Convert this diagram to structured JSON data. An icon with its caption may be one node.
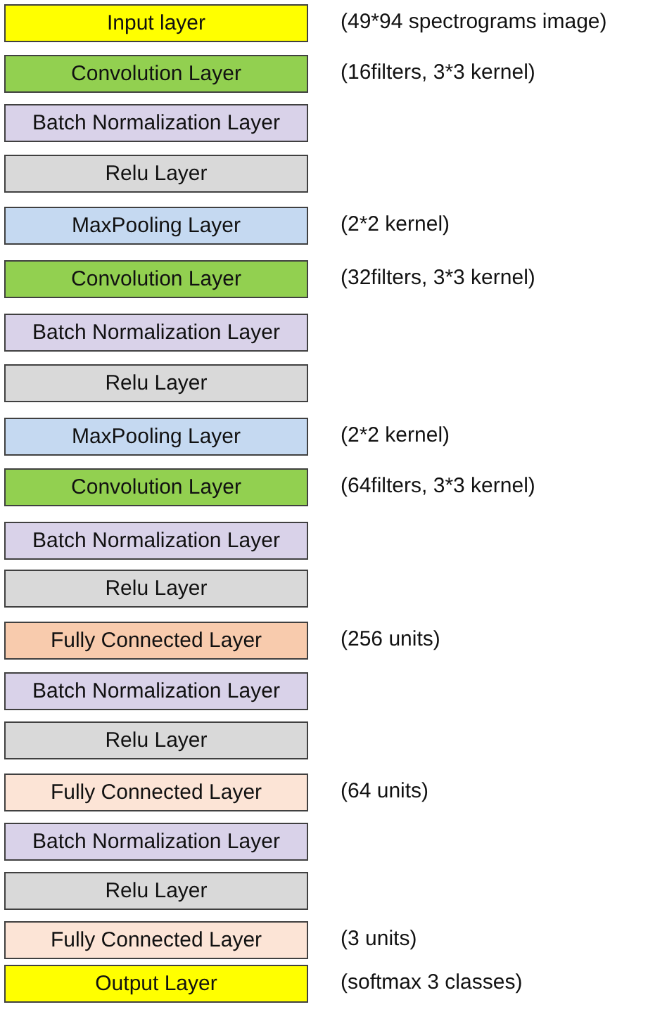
{
  "diagram": {
    "nodes": [
      {
        "text": [
          "Input layer"
        ],
        "beside": [
          "(49*94 spectrograms image)"
        ]
      },
      {
        "text": [
          "Convolution Layer"
        ],
        "beside": [
          "(16filters, 3*3 kernel)"
        ]
      },
      {
        "text": [
          "Batch Normalization Layer"
        ]
      },
      {
        "text": [
          "Relu Layer"
        ]
      },
      {
        "text": [
          "MaxPooling Layer"
        ],
        "beside": [
          "(2*2 kernel)"
        ]
      },
      {
        "text": [
          "Convolution Layer"
        ],
        "beside": [
          "(32filters, 3*3 kernel)"
        ]
      },
      {
        "text": [
          "Batch Normalization Layer"
        ]
      },
      {
        "text": [
          "Relu Layer"
        ]
      },
      {
        "text": [
          "MaxPooling Layer"
        ],
        "beside": [
          "(2*2 kernel)"
        ]
      },
      {
        "text": [
          "Convolution Layer"
        ],
        "beside": [
          "(64filters, 3*3 kernel)"
        ]
      },
      {
        "text": [
          "Batch Normalization Layer"
        ]
      },
      {
        "text": [
          "Relu Layer"
        ]
      },
      {
        "text": [
          "Fully Connected Layer"
        ],
        "beside": [
          "(256 units)"
        ]
      },
      {
        "text": [
          "Batch Normalization Layer"
        ]
      },
      {
        "text": [
          "Relu Layer"
        ]
      },
      {
        "text": [
          "Fully Connected Layer"
        ],
        "beside": [
          "(64 units)"
        ]
      },
      {
        "text": [
          "Batch Normalization Layer"
        ]
      },
      {
        "text": [
          "Relu Layer"
        ]
      },
      {
        "text": [
          "Fully Connected Layer"
        ],
        "beside": [
          "(3 units)"
        ]
      },
      {
        "text": [
          "Output Layer"
        ],
        "beside": [
          "(softmax 3 classes)"
        ]
      }
    ]
  }
}
